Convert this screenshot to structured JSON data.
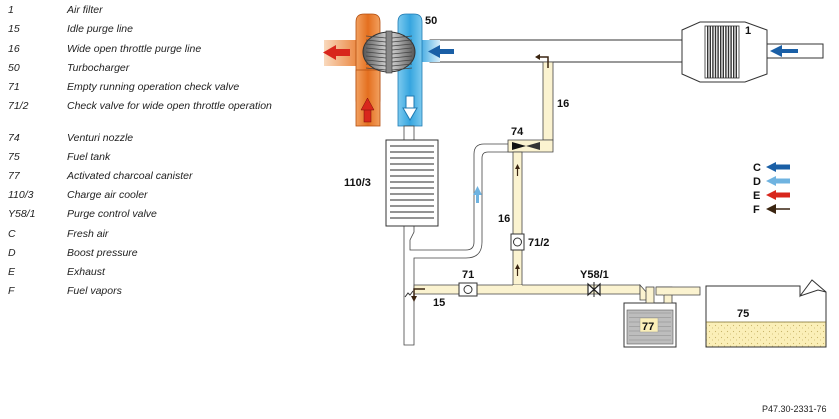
{
  "legend": [
    {
      "code": "1",
      "text": "Air filter"
    },
    {
      "code": "15",
      "text": "Idle purge line"
    },
    {
      "code": "16",
      "text": "Wide open throttle purge line"
    },
    {
      "code": "50",
      "text": "Turbocharger"
    },
    {
      "code": "71",
      "text": "Empty running operation check valve"
    },
    {
      "code": "71/2",
      "text": "Check valve for wide open throttle operation"
    },
    {
      "code": "74",
      "text": "Venturi nozzle"
    },
    {
      "code": "75",
      "text": "Fuel tank"
    },
    {
      "code": "77",
      "text": "Activated charcoal canister"
    },
    {
      "code": "110/3",
      "text": "Charge air cooler"
    },
    {
      "code": "Y58/1",
      "text": "Purge control valve"
    },
    {
      "code": "C",
      "text": "Fresh air"
    },
    {
      "code": "D",
      "text": "Boost pressure"
    },
    {
      "code": "E",
      "text": "Exhaust"
    },
    {
      "code": "F",
      "text": "Fuel vapors"
    }
  ],
  "labels": {
    "air_filter": "1",
    "turbo": "50",
    "venturi": "74",
    "wot_line_top": "16",
    "wot_line_mid": "16",
    "cooler": "110/3",
    "check_valve_wot": "71/2",
    "check_valve_idle": "71",
    "purge_valve": "Y58/1",
    "idle_line": "15",
    "canister": "77",
    "tank": "75"
  },
  "key": [
    {
      "letter": "C",
      "color": "#1a5fa6"
    },
    {
      "letter": "D",
      "color": "#6fb3e0"
    },
    {
      "letter": "E",
      "color": "#d8261c"
    },
    {
      "letter": "F",
      "color": "#3a2410"
    }
  ],
  "colors": {
    "fresh_air": "#1a5fa6",
    "boost": "#6fb3e0",
    "exhaust": "#d8261c",
    "fuel_vapor": "#3a2410",
    "vapor_fill": "#fbf3d0",
    "turbo_hot": "#e8782a",
    "turbo_cold": "#5fb8e6"
  },
  "reference": "P47.30-2331-76"
}
